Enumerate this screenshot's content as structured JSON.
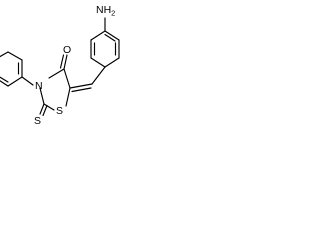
{
  "structure": {
    "atoms": {
      "amine_n": "NH",
      "amine_h_count": "2",
      "carbonyl_o": "O",
      "ring_n": "N",
      "ring_s": "S",
      "thione_s": "S"
    }
  }
}
